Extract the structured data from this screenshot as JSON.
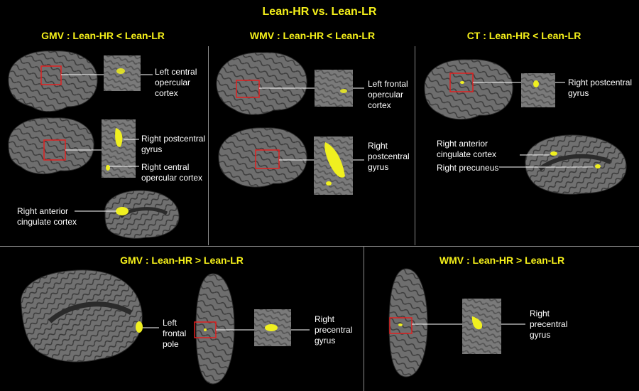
{
  "main_title": "Lean-HR vs. Lean-LR",
  "panels": {
    "gmv_less": {
      "title": "GMV : Lean-HR < Lean-LR",
      "labels": [
        [
          "Left central",
          "opercular",
          "cortex"
        ],
        [
          "Right postcentral",
          "gyrus"
        ],
        [
          "Right central",
          "opercular cortex"
        ],
        [
          "Right anterior",
          "cingulate cortex"
        ]
      ]
    },
    "wmv_less": {
      "title": "WMV : Lean-HR < Lean-LR",
      "labels": [
        [
          "Left frontal",
          "opercular",
          "cortex"
        ],
        [
          "Right",
          "postcentral",
          "gyrus"
        ]
      ]
    },
    "ct_less": {
      "title": "CT : Lean-HR < Lean-LR",
      "labels": [
        [
          "Right postcentral",
          "gyrus"
        ],
        [
          "Right anterior",
          "cingulate cortex"
        ],
        [
          "Right precuneus"
        ]
      ]
    },
    "gmv_greater": {
      "title": "GMV : Lean-HR > Lean-LR",
      "labels": [
        [
          "Left",
          "frontal",
          "pole"
        ],
        [
          "Right",
          "precentral",
          "gyrus"
        ]
      ]
    },
    "wmv_greater": {
      "title": "WMV : Lean-HR > Lean-LR",
      "labels": [
        [
          "Right",
          "precentral",
          "gyrus"
        ]
      ]
    }
  },
  "colors": {
    "background": "#000000",
    "title_yellow": "#f5f01a",
    "highlight": "#f0f020",
    "roi_box": "#e02020",
    "cortex": "#6e6e6e",
    "cortex_dark": "#3c3c3c",
    "divider": "#8a8a8a"
  }
}
